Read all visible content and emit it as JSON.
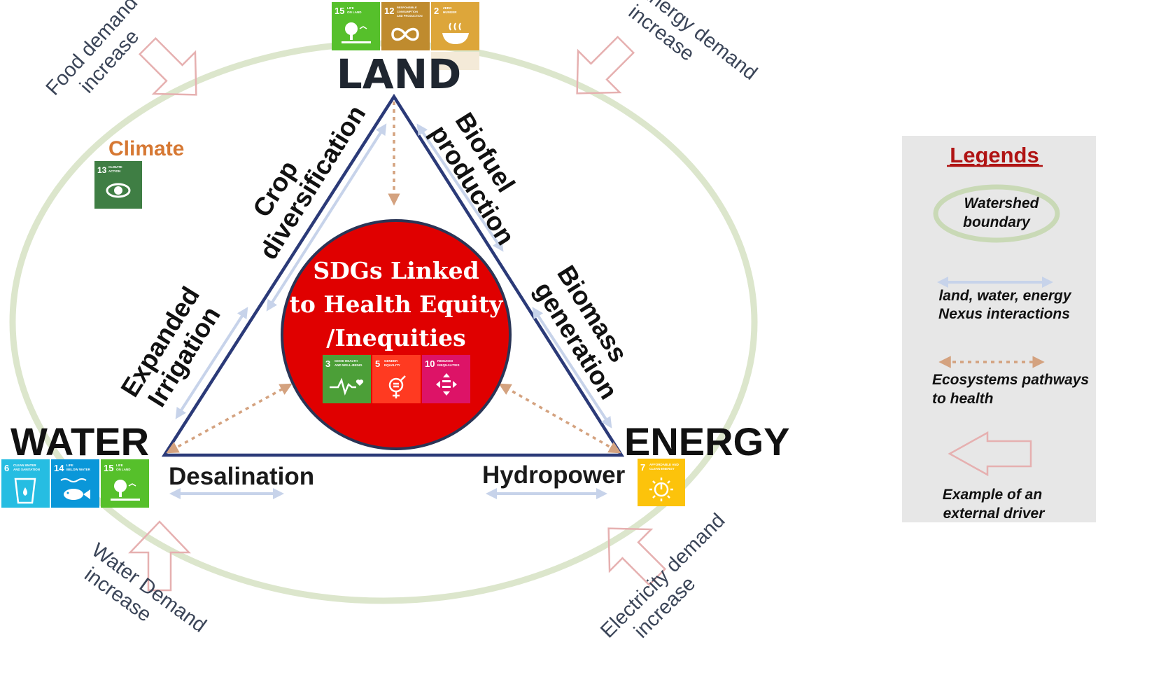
{
  "center": {
    "line1": "SDGs Linked",
    "line2": "to Health Equity",
    "line3": "/Inequities"
  },
  "corners": {
    "land": "LAND",
    "water": "WATER",
    "energy": "ENERGY"
  },
  "edges": {
    "crop_1": "Crop",
    "crop_2": "diversification",
    "biofuel_1": "Biofuel",
    "biofuel_2": "production",
    "irrigation_1": "Expanded",
    "irrigation_2": "Irrigation",
    "biomass_1": "Biomass",
    "biomass_2": "generation",
    "desalination": "Desalination",
    "hydropower": "Hydropower"
  },
  "drivers": {
    "food_1": "Food demand",
    "food_2": "increase",
    "energy_1": "Energy demand",
    "energy_2": "increase",
    "water_1": "Water Demand",
    "water_2": "increase",
    "electricity_1": "Electricity demand",
    "electricity_2": "increase",
    "climate": "Climate"
  },
  "sdgs": {
    "land_top": [
      {
        "num": "15",
        "l1": "LIFE",
        "l2": "ON LAND",
        "l3": "",
        "color": "#56c02b"
      },
      {
        "num": "12",
        "l1": "RESPONSIBLE",
        "l2": "CONSUMPTION",
        "l3": "AND PRODUCTION",
        "color": "#bf8b2e"
      },
      {
        "num": "2",
        "l1": "ZERO",
        "l2": "HUNGER",
        "l3": "",
        "color": "#dda63a"
      }
    ],
    "climate": {
      "num": "13",
      "l1": "CLIMATE",
      "l2": "ACTION",
      "l3": "",
      "color": "#3f7e44"
    },
    "center": [
      {
        "num": "3",
        "l1": "GOOD HEALTH",
        "l2": "AND WELL-BEING",
        "l3": "",
        "color": "#4c9f38"
      },
      {
        "num": "5",
        "l1": "GENDER",
        "l2": "EQUALITY",
        "l3": "",
        "color": "#ff3a21"
      },
      {
        "num": "10",
        "l1": "REDUCED",
        "l2": "INEQUALITIES",
        "l3": "",
        "color": "#dd1367"
      }
    ],
    "water": [
      {
        "num": "6",
        "l1": "CLEAN WATER",
        "l2": "AND SANITATION",
        "l3": "",
        "color": "#26bde2"
      },
      {
        "num": "14",
        "l1": "LIFE",
        "l2": "BELOW WATER",
        "l3": "",
        "color": "#0a97d9"
      },
      {
        "num": "15",
        "l1": "LIFE",
        "l2": "ON LAND",
        "l3": "",
        "color": "#56c02b"
      }
    ],
    "energy": {
      "num": "7",
      "l1": "AFFORDABLE AND",
      "l2": "CLEAN ENERGY",
      "l3": "",
      "color": "#fcc30b"
    }
  },
  "legend": {
    "title": "Legends",
    "watershed_1": "Watershed",
    "watershed_2": "boundary",
    "nexus_1": "land, water, energy",
    "nexus_2": "Nexus interactions",
    "eco_1": "Ecosystems pathways",
    "eco_2": "to health",
    "driver_1": "Example of an",
    "driver_2": "external driver"
  },
  "colors": {
    "watershed": "#dce6cc",
    "triangle": "#2b3a78",
    "nexus_arrow": "#c7d3ea",
    "eco_arrow": "#d4a27f",
    "driver_arrow": "#e6b0b0",
    "center_circle": "#e00000",
    "center_ring": "#2a3556",
    "legend_bg": "#e7e7e7"
  }
}
